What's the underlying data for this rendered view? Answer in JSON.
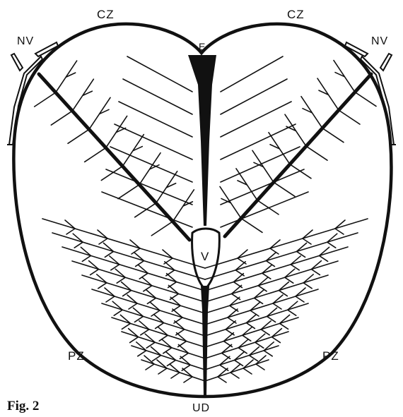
{
  "figure": {
    "caption": "Fig. 2",
    "labels": {
      "cz_left": "CZ",
      "cz_right": "CZ",
      "e": "E",
      "nv_left": "NV",
      "nv_right": "NV",
      "v": "V",
      "pz_left": "PZ",
      "pz_right": "PZ",
      "ud": "UD"
    }
  },
  "colors": {
    "ink": "#111111",
    "paper": "#ffffff"
  }
}
